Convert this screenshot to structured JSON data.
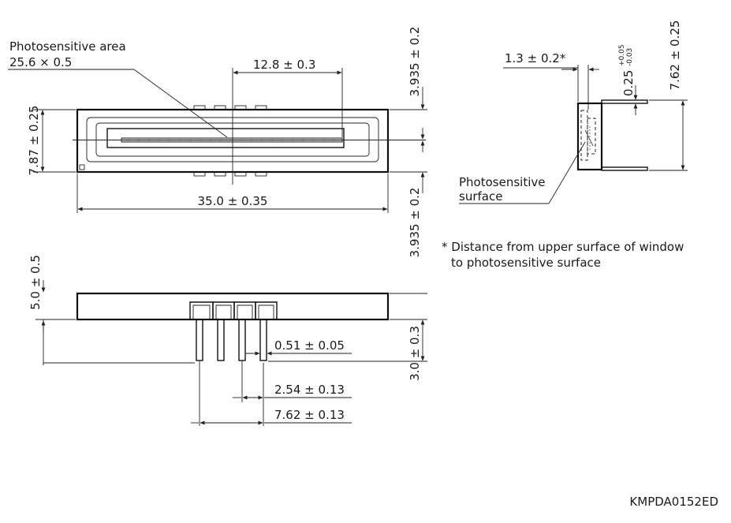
{
  "drawing_id": "KMPDA0152ED",
  "top_view": {
    "photosensitive_area_title": "Photosensitive area",
    "photosensitive_area_size": "25.6 × 0.5",
    "half_length": "12.8 ± 0.3",
    "height": "7.87 ± 0.25",
    "length": "35.0 ± 0.35",
    "lead_offset_upper": "3.935 ± 0.2",
    "lead_offset_lower": "3.935 ± 0.2"
  },
  "side_view": {
    "window_depth": "1.3 ± 0.2*",
    "lead_thickness_base": "0.25",
    "lead_thickness_plus": "+0.05",
    "lead_thickness_minus": "-0.03",
    "lead_span": "7.62 ± 0.25",
    "surface_label_line1": "Photosensitive",
    "surface_label_line2": "surface"
  },
  "footnote": {
    "line1": "* Distance from upper surface of window",
    "line2": "to photosensitive surface"
  },
  "front_view": {
    "body_height": "5.0 ± 0.5",
    "lead_width": "0.51 ± 0.05",
    "lead_length": "3.0 ± 0.3",
    "pitch": "2.54 ± 0.13",
    "pitch_total": "7.62 ± 0.13"
  }
}
